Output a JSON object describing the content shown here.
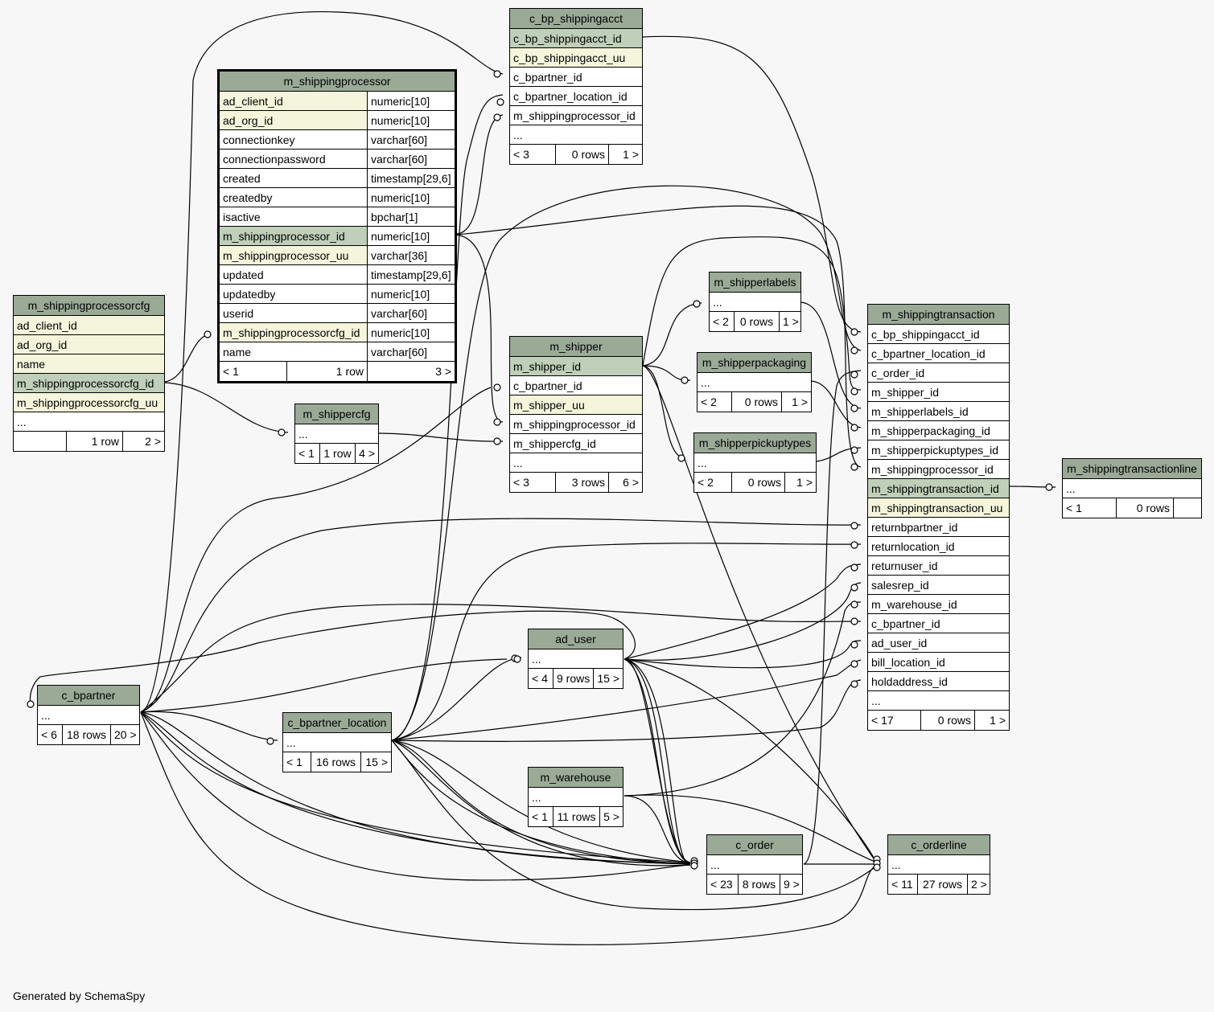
{
  "footer": "Generated by SchemaSpy",
  "tables": {
    "c_bp_shippingacct": {
      "name": "c_bp_shippingacct",
      "columns": [
        "c_bp_shippingacct_id",
        "c_bp_shippingacct_uu",
        "c_bpartner_id",
        "c_bpartner_location_id",
        "m_shippingprocessor_id",
        "..."
      ],
      "footer": [
        "< 3",
        "0 rows",
        "1 >"
      ]
    },
    "m_shippingprocessor": {
      "name": "m_shippingprocessor",
      "columns": [
        [
          "ad_client_id",
          "numeric[10]"
        ],
        [
          "ad_org_id",
          "numeric[10]"
        ],
        [
          "connectionkey",
          "varchar[60]"
        ],
        [
          "connectionpassword",
          "varchar[60]"
        ],
        [
          "created",
          "timestamp[29,6]"
        ],
        [
          "createdby",
          "numeric[10]"
        ],
        [
          "isactive",
          "bpchar[1]"
        ],
        [
          "m_shippingprocessor_id",
          "numeric[10]"
        ],
        [
          "m_shippingprocessor_uu",
          "varchar[36]"
        ],
        [
          "updated",
          "timestamp[29,6]"
        ],
        [
          "updatedby",
          "numeric[10]"
        ],
        [
          "userid",
          "varchar[60]"
        ],
        [
          "m_shippingprocessorcfg_id",
          "numeric[10]"
        ],
        [
          "name",
          "varchar[60]"
        ]
      ],
      "footer": [
        "< 1",
        "1 row",
        "3 >"
      ]
    },
    "m_shippingprocessorcfg": {
      "name": "m_shippingprocessorcfg",
      "columns": [
        "ad_client_id",
        "ad_org_id",
        "name",
        "m_shippingprocessorcfg_id",
        "m_shippingprocessorcfg_uu",
        "..."
      ],
      "footer": [
        "",
        "1 row",
        "2 >"
      ]
    },
    "m_shippercfg": {
      "name": "m_shippercfg",
      "columns": [
        "..."
      ],
      "footer": [
        "< 1",
        "1 row",
        "4 >"
      ]
    },
    "m_shipper": {
      "name": "m_shipper",
      "columns": [
        "m_shipper_id",
        "c_bpartner_id",
        "m_shipper_uu",
        "m_shippingprocessor_id",
        "m_shippercfg_id",
        "..."
      ],
      "footer": [
        "< 3",
        "3 rows",
        "6 >"
      ]
    },
    "m_shipperlabels": {
      "name": "m_shipperlabels",
      "columns": [
        "..."
      ],
      "footer": [
        "< 2",
        "0 rows",
        "1 >"
      ]
    },
    "m_shipperpackaging": {
      "name": "m_shipperpackaging",
      "columns": [
        "..."
      ],
      "footer": [
        "< 2",
        "0 rows",
        "1 >"
      ]
    },
    "m_shipperpickuptypes": {
      "name": "m_shipperpickuptypes",
      "columns": [
        "..."
      ],
      "footer": [
        "< 2",
        "0 rows",
        "1 >"
      ]
    },
    "m_shippingtransaction": {
      "name": "m_shippingtransaction",
      "columns": [
        "c_bp_shippingacct_id",
        "c_bpartner_location_id",
        "c_order_id",
        "m_shipper_id",
        "m_shipperlabels_id",
        "m_shipperpackaging_id",
        "m_shipperpickuptypes_id",
        "m_shippingprocessor_id",
        "m_shippingtransaction_id",
        "m_shippingtransaction_uu",
        "returnbpartner_id",
        "returnlocation_id",
        "returnuser_id",
        "salesrep_id",
        "m_warehouse_id",
        "c_bpartner_id",
        "ad_user_id",
        "bill_location_id",
        "holdaddress_id",
        "..."
      ],
      "footer": [
        "< 17",
        "0 rows",
        "1 >"
      ]
    },
    "m_shippingtransactionline": {
      "name": "m_shippingtransactionline",
      "columns": [
        "..."
      ],
      "footer": [
        "< 1",
        "0 rows",
        ""
      ]
    },
    "ad_user": {
      "name": "ad_user",
      "columns": [
        "..."
      ],
      "footer": [
        "< 4",
        "9 rows",
        "15 >"
      ]
    },
    "c_bpartner": {
      "name": "c_bpartner",
      "columns": [
        "..."
      ],
      "footer": [
        "< 6",
        "18 rows",
        "20 >"
      ]
    },
    "c_bpartner_location": {
      "name": "c_bpartner_location",
      "columns": [
        "..."
      ],
      "footer": [
        "< 1",
        "16 rows",
        "15 >"
      ]
    },
    "m_warehouse": {
      "name": "m_warehouse",
      "columns": [
        "..."
      ],
      "footer": [
        "< 1",
        "11 rows",
        "5 >"
      ]
    },
    "c_order": {
      "name": "c_order",
      "columns": [
        "..."
      ],
      "footer": [
        "< 23",
        "8 rows",
        "9 >"
      ]
    },
    "c_orderline": {
      "name": "c_orderline",
      "columns": [
        "..."
      ],
      "footer": [
        "< 11",
        "27 rows",
        "2 >"
      ]
    }
  }
}
